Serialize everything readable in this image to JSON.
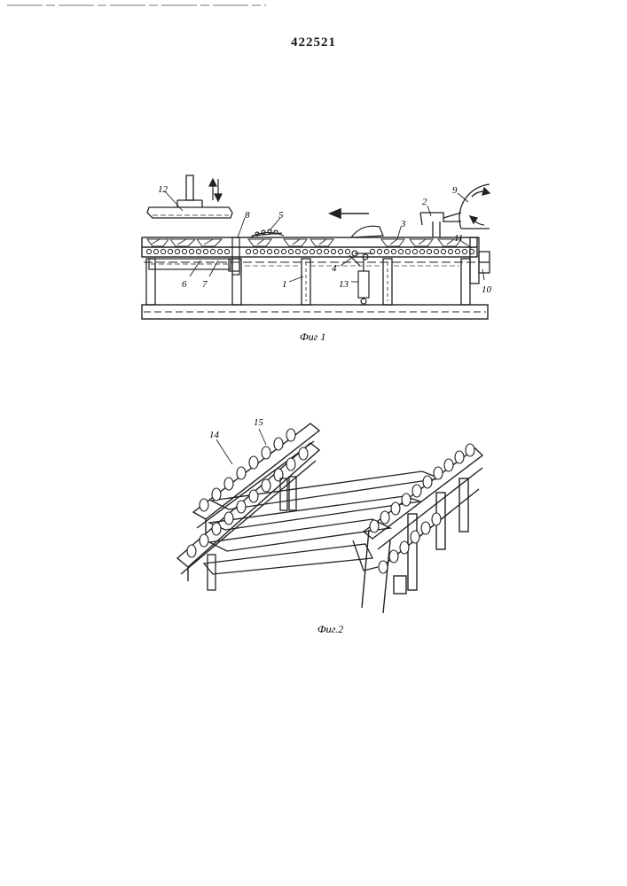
{
  "document": {
    "patent_number": "422521"
  },
  "figure1": {
    "caption": "Фиг 1",
    "labels": {
      "l1": "1",
      "l2": "2",
      "l3": "3",
      "l4": "4",
      "l5": "5",
      "l6": "6",
      "l7": "7",
      "l8": "8",
      "l9": "9",
      "l10": "10",
      "l11": "11",
      "l12": "12",
      "l13": "13"
    }
  },
  "figure2": {
    "caption": "Фиг.2",
    "labels": {
      "l14": "14",
      "l15": "15"
    }
  }
}
